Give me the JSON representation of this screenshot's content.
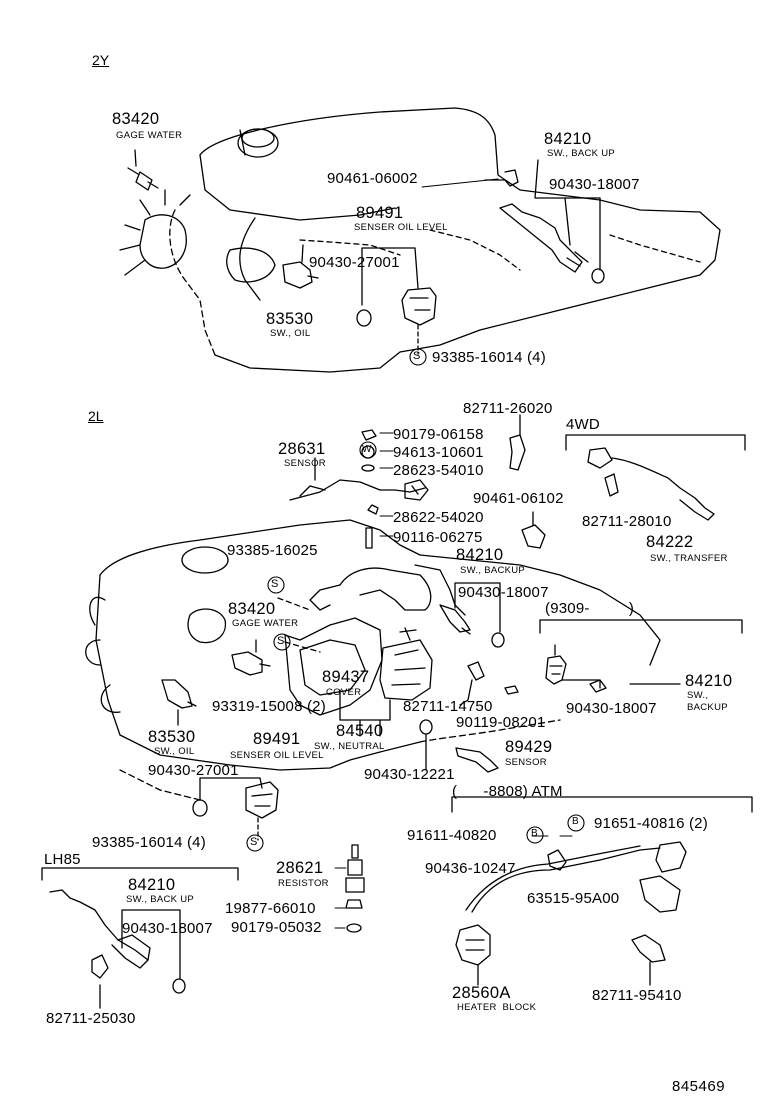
{
  "diagram_id": "845469",
  "sections": {
    "s2y": "2Y",
    "s2l": "2L",
    "lh85": "LH85",
    "w4d": "4WD",
    "w9309": "(9309-         )",
    "atm": "(      -8808) ATM"
  },
  "parts": {
    "p83420a": "83420",
    "p83420a_d": "GAGE WATER",
    "p84210a": "84210",
    "p84210a_d": "SW., BACK UP",
    "p90461a": "90461-06002",
    "p90430a": "90430-18007",
    "p89491a": "89491",
    "p89491a_d": "SENSER OIL LEVEL",
    "p90430b": "90430-27001",
    "p83530a": "83530",
    "p83530a_d": "SW., OIL",
    "p93385a": "93385-16014 (4)",
    "p82711a": "82711-26020",
    "p90179a": "90179-06158",
    "p94613": "94613-10601",
    "p28623": "28623-54010",
    "p28631": "28631",
    "p28631_d": "SENSOR",
    "p90461b": "90461-06102",
    "p28622": "28622-54020",
    "p82711b": "82711-28010",
    "p90116": "90116-06275",
    "p84222": "84222",
    "p84222_d": "SW., TRANSFER",
    "p93385b": "93385-16025",
    "p84210b": "84210",
    "p84210b_d": "SW., BACKUP",
    "p90430c": "90430-18007",
    "p83420b": "83420",
    "p83420b_d": "GAGE WATER",
    "p84210c": "84210",
    "p84210c_d1": "SW.,",
    "p84210c_d2": "BACKUP",
    "p90430d": "90430-18007",
    "p89437": "89437",
    "p89437_d": "COVER",
    "p93319": "93319-15008 (2)",
    "p82711c": "82711-14750",
    "p90119": "90119-08201",
    "p83530b": "83530",
    "p83530b_d": "SW., OIL",
    "p89491b": "89491",
    "p89491b_d": "SENSER OIL LEVEL",
    "p84540": "84540",
    "p84540_d": "SW., NEUTRAL",
    "p89429": "89429",
    "p89429_d": "SENSOR",
    "p90430e": "90430-27001",
    "p90430f": "90430-12221",
    "p91611": "91611-40820",
    "p91651": "91651-40816 (2)",
    "p93385c": "93385-16014 (4)",
    "p28621": "28621",
    "p28621_d": "RESISTOR",
    "p90436": "90436-10247",
    "p84210d": "84210",
    "p84210d_d": "SW., BACK UP",
    "p19877": "19877-66010",
    "p63515": "63515-95A00",
    "p90430g": "90430-18007",
    "p90179b": "90179-05032",
    "p28560": "28560A",
    "p28560_d": "HEATER  BLOCK",
    "p82711d": "82711-25030",
    "p82711e": "82711-95410"
  },
  "markers": {
    "s": "S",
    "w": "W",
    "b": "B"
  }
}
